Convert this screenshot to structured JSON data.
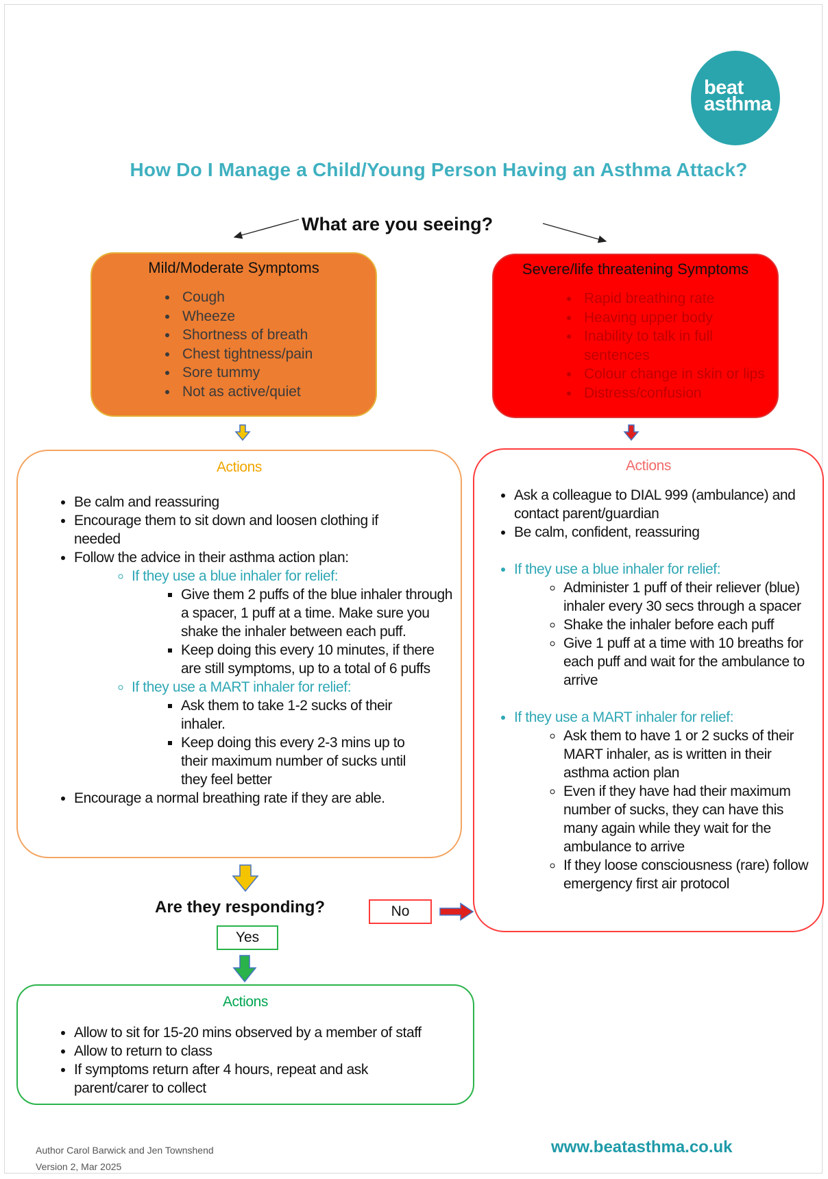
{
  "logo": {
    "line1": "beat",
    "line2": "asthma"
  },
  "title": "How Do I Manage a Child/Young Person Having an Asthma Attack?",
  "question": "What are you seeing?",
  "mild": {
    "title": "Mild/Moderate Symptoms",
    "symptoms": [
      "Cough",
      "Wheeze",
      "Shortness of breath",
      "Chest tightness/pain",
      "Sore tummy",
      "Not as active/quiet"
    ]
  },
  "severe": {
    "title": "Severe/life threatening Symptoms",
    "symptoms": [
      "Rapid breathing rate",
      "Heaving upper body",
      "Inability to talk in full sentences",
      "Colour change in skin or lips",
      "Distress/confusion"
    ]
  },
  "mild_actions": {
    "title": "Actions",
    "b1": "Be calm and reassuring",
    "b2": "Encourage them to sit down and loosen clothing if needed",
    "b3": "Follow the advice in their asthma action plan:",
    "blue_heading": "If they use a blue inhaler for relief:",
    "blue_1": "Give them 2 puffs of the blue inhaler through a spacer, 1 puff at a time. Make sure you shake the inhaler between each puff.",
    "blue_2": "Keep doing this every 10 minutes, if there are still symptoms, up to a total of 6 puffs",
    "mart_heading": "If they use a MART inhaler for relief:",
    "mart_1": "Ask them to take 1-2 sucks of their inhaler.",
    "mart_2": "Keep doing this every 2-3 mins up to their maximum number of sucks until they feel better",
    "b4": "Encourage a normal breathing rate if they are able."
  },
  "severe_actions": {
    "title": "Actions",
    "b1": "Ask a colleague to DIAL 999 (ambulance) and contact parent/guardian",
    "b2": "Be calm, confident, reassuring",
    "blue_heading": "If they use a blue inhaler for relief:",
    "blue_1": "Administer 1 puff of their reliever (blue) inhaler every 30 secs through a spacer",
    "blue_2": "Shake the inhaler before each puff",
    "blue_3": "Give 1 puff at a time with 10 breaths for each puff and wait for the ambulance to arrive",
    "mart_heading": "If they use a MART inhaler for relief:",
    "mart_1": "Ask them to have 1 or 2 sucks of their MART inhaler, as is written in their asthma action plan",
    "mart_2": "Even if they have had their maximum number of sucks, they can have this many again while they wait for the ambulance to arrive",
    "mart_3": "If they loose consciousness (rare) follow emergency first air protocol"
  },
  "responding": {
    "question": "Are they responding?",
    "no": "No",
    "yes": "Yes"
  },
  "yes_actions": {
    "title": "Actions",
    "items": [
      "Allow to sit for 15-20 mins observed by a member of staff",
      "Allow to return to class",
      "If symptoms return after 4 hours, repeat and ask parent/carer to collect"
    ]
  },
  "footer": {
    "author": "Author Carol Barwick and Jen Townshend",
    "version": "Version 2, Mar 2025",
    "url": "www.beatasthma.co.uk"
  },
  "colors": {
    "teal": "#2aa5ad",
    "mild": "#ed7d31",
    "severe": "#ff0000",
    "green": "#2ab34a"
  }
}
